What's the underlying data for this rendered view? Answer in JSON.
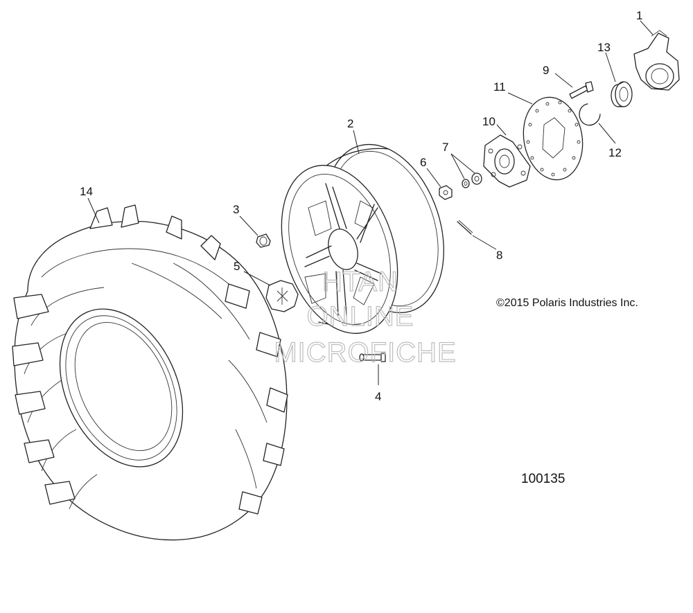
{
  "callouts": [
    {
      "id": "1",
      "label": "1"
    },
    {
      "id": "2",
      "label": "2"
    },
    {
      "id": "3",
      "label": "3"
    },
    {
      "id": "4",
      "label": "4"
    },
    {
      "id": "5",
      "label": "5"
    },
    {
      "id": "6",
      "label": "6"
    },
    {
      "id": "7",
      "label": "7"
    },
    {
      "id": "8",
      "label": "8"
    },
    {
      "id": "9",
      "label": "9"
    },
    {
      "id": "10",
      "label": "10"
    },
    {
      "id": "11",
      "label": "11"
    },
    {
      "id": "12",
      "label": "12"
    },
    {
      "id": "13",
      "label": "13"
    },
    {
      "id": "14",
      "label": "14"
    }
  ],
  "copyright": "©2015 Polaris Industries Inc.",
  "diagram_number": "100135",
  "watermark": {
    "line1": "HTAN",
    "line2": "ONLINE",
    "line3": "MICROFICHE"
  }
}
